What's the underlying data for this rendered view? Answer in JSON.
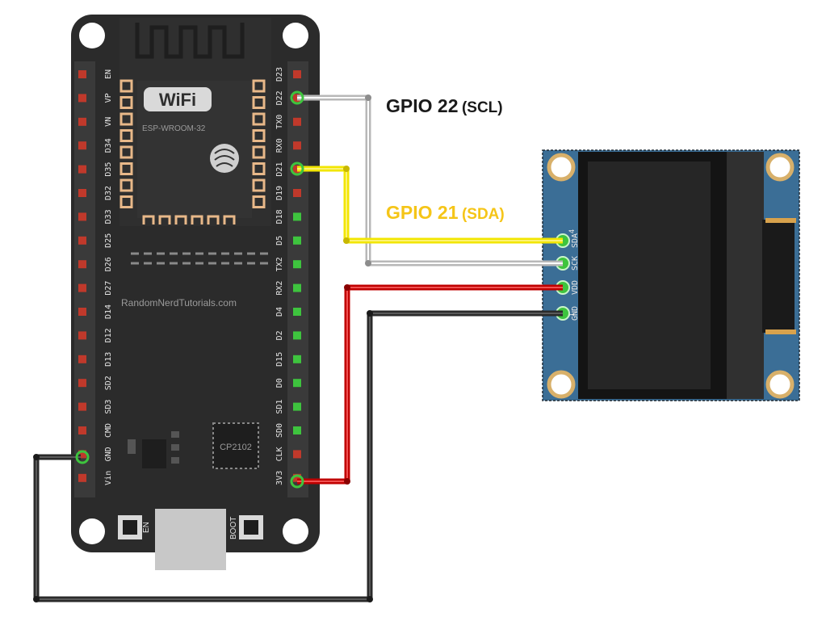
{
  "board": {
    "wifi_logo": "WiFi",
    "module": "ESP-WROOM-32",
    "watermark": "RandomNerdTutorials.com",
    "chip": "CP2102",
    "button_en": "EN",
    "button_boot": "BOOT",
    "left_pins": [
      "EN",
      "VP",
      "VN",
      "D34",
      "D35",
      "D32",
      "D33",
      "D25",
      "D26",
      "D27",
      "D14",
      "D12",
      "D13",
      "SD2",
      "SD3",
      "CMD",
      "GND",
      "Vin"
    ],
    "right_pins": [
      "D23",
      "D22",
      "TX0",
      "RX0",
      "D21",
      "D19",
      "D18",
      "D5",
      "TX2",
      "RX2",
      "D4",
      "D2",
      "D15",
      "D0",
      "SD1",
      "SD0",
      "CLK",
      "3V3"
    ]
  },
  "oled": {
    "pins": [
      "SDA",
      "SCK",
      "VDD",
      "GND"
    ],
    "pin_first": "4",
    "pin_last": "1"
  },
  "labels": {
    "scl_gpio": "GPIO 22",
    "scl_name": "(SCL)",
    "sda_gpio": "GPIO 21",
    "sda_name": "(SDA)"
  },
  "colors": {
    "board": "#2b2b2b",
    "scl_wire": "#b8b8b8",
    "sda_wire": "#f2e600",
    "vcc_wire": "#c00000",
    "gnd_wire": "#2a2a2a",
    "oled_pcb": "#3b6e96",
    "sda_label": "#f5c518"
  }
}
